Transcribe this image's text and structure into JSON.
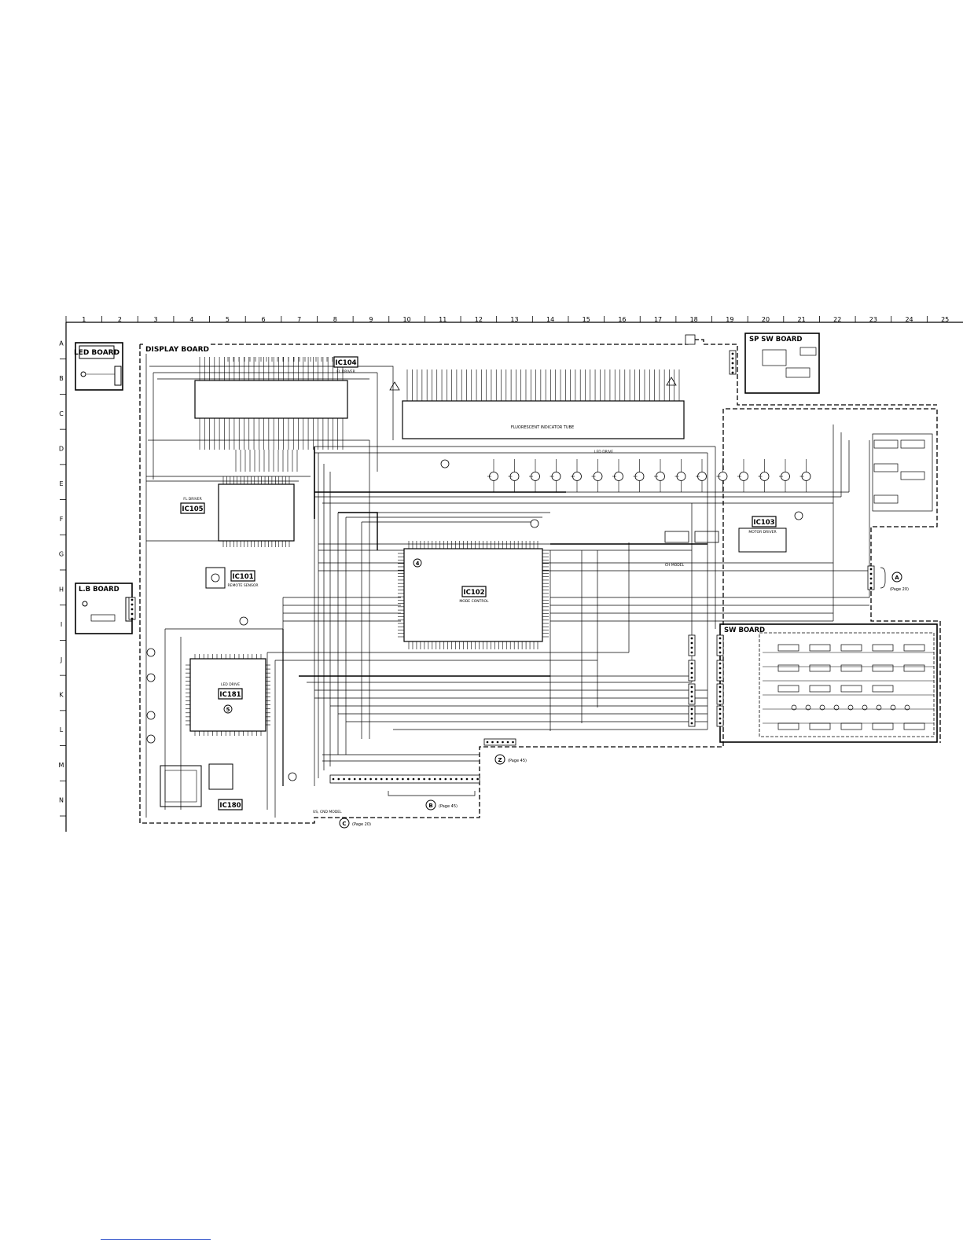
{
  "grid": {
    "columns": [
      "1",
      "2",
      "3",
      "4",
      "5",
      "6",
      "7",
      "8",
      "9",
      "10",
      "11",
      "12",
      "13",
      "14",
      "15",
      "16",
      "17",
      "18",
      "19",
      "20",
      "21",
      "22",
      "23",
      "24",
      "25"
    ],
    "rows": [
      "A",
      "B",
      "C",
      "D",
      "E",
      "F",
      "G",
      "H",
      "I",
      "J",
      "K",
      "L",
      "M",
      "N"
    ]
  },
  "boards": {
    "led": "LED BOARD",
    "display": "DISPLAY BOARD",
    "sp_sw": "SP SW BOARD",
    "lb": "L.B BOARD",
    "sw": "SW BOARD"
  },
  "ics": {
    "ic104": {
      "ref": "IC104",
      "desc": "FL DRIVER"
    },
    "ic105": {
      "ref": "IC105",
      "desc": "FL DRIVER"
    },
    "ic101": {
      "ref": "IC101",
      "desc": "REMOTE SENSOR"
    },
    "ic102": {
      "ref": "IC102",
      "desc": "MODE CONTROL"
    },
    "ic103": {
      "ref": "IC103",
      "desc": "MOTOR DRIVER"
    },
    "ic181": {
      "ref": "IC181",
      "desc": "LED DRIVE"
    },
    "ic180": {
      "ref": "IC180",
      "desc": ""
    }
  },
  "tube": {
    "desc": "FLUORESCENT INDICATOR TUBE"
  },
  "labels": {
    "led_drive": "LED DRIVE",
    "ch_model": "CH MODEL",
    "us_model": "US, CND MODEL"
  },
  "refs": {
    "a": {
      "letter": "A",
      "page": "(Page 20)"
    },
    "b": {
      "letter": "B",
      "page": "(Page 45)"
    },
    "c": {
      "letter": "C",
      "page": "(Page 20)"
    },
    "z": {
      "letter": "Z",
      "page": "(Page 45)"
    }
  },
  "markers": {
    "m4": "4",
    "m5": "5"
  },
  "colors": {
    "ink": "#000000",
    "paper": "#ffffff",
    "link": "#3355cc"
  }
}
